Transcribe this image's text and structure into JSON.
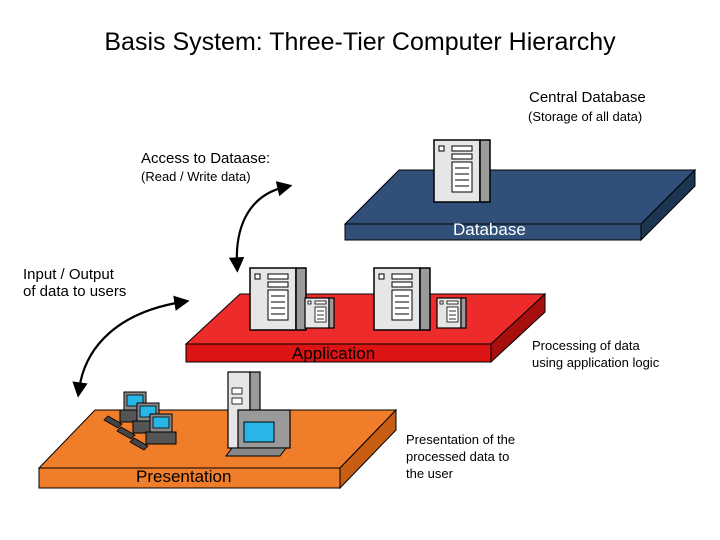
{
  "title": "Basis System: Three-Tier Computer Hierarchy",
  "labels": {
    "central_database": "Central Database",
    "central_database_sub": "(Storage of all data)",
    "access_to_database": "Access to Dataase:",
    "access_to_database_sub": "(Read / Write data)",
    "input_output": "Input / Output\nof data to users",
    "processing": "Processing of data\nusing application logic",
    "presentation_desc": "Presentation of the\nprocessed data to\nthe user"
  },
  "tiers": {
    "database": "Database",
    "application": "Application",
    "presentation": "Presentation"
  },
  "colors": {
    "database": "#30507a",
    "application": "#ee2b2b",
    "presentation": "#f07d2a",
    "screen": "#28b6e6"
  }
}
